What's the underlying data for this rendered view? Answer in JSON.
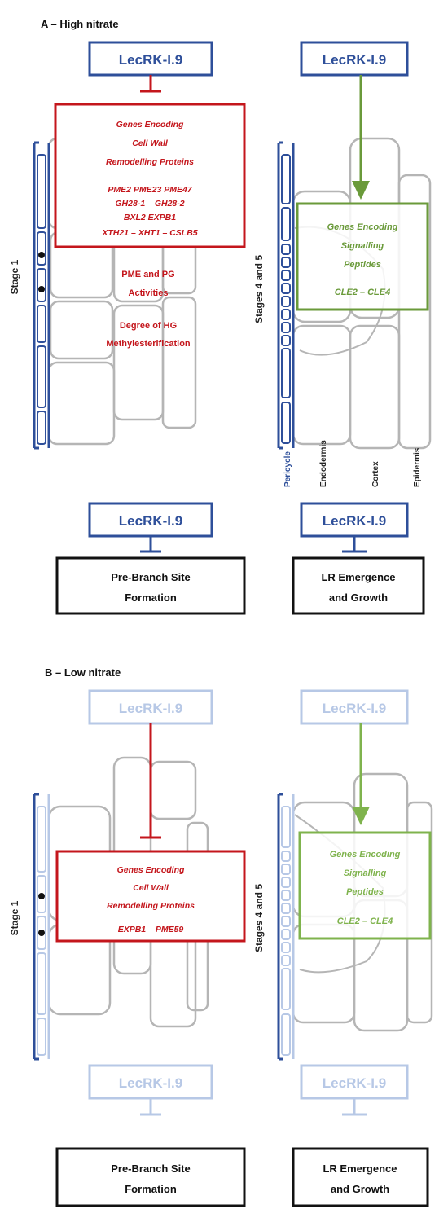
{
  "panel_a": {
    "title": "A – High nitrate",
    "stage_label": "Stage 1",
    "stage_label_right": "Stages 4 and 5",
    "receptor_tl": "LecRK-I.9",
    "receptor_tr": "LecRK-I.9",
    "receptor_bl": "LecRK-I.9",
    "receptor_br": "LecRK-I.9",
    "cwr_box": {
      "line1": "Genes Encoding",
      "line2": "Cell Wall",
      "line3": "Remodelling Proteins",
      "genes1": "PME2   PME23   PME47",
      "genes2": "GH28-1 – GH28-2",
      "genes3": "BXL2   EXPB1",
      "genes4": "XTH21 – XHT1 – CSLB5"
    },
    "activities": {
      "line1": "PME and PG",
      "line2": "Activities"
    },
    "degree": {
      "line1": "Degree of HG",
      "line2": "Methylesterification"
    },
    "sp_box": {
      "line1": "Genes Encoding",
      "line2": "Signalling",
      "line3": "Peptides",
      "genes": "CLE2 – CLE4"
    },
    "tissues": [
      "Pericycle",
      "Endodermis",
      "Cortex",
      "Epidermis"
    ],
    "outcome_left": {
      "line1": "Pre-Branch Site",
      "line2": "Formation"
    },
    "outcome_right": {
      "line1": "LR Emergence",
      "line2": "and Growth"
    }
  },
  "panel_b": {
    "title": "B – Low nitrate",
    "stage_label": "Stage 1",
    "stage_label_right": "Stages 4 and 5",
    "receptor_tl": "LecRK-I.9",
    "receptor_tr": "LecRK-I.9",
    "receptor_bl": "LecRK-I.9",
    "receptor_br": "LecRK-I.9",
    "cwr_box": {
      "line1": "Genes Encoding",
      "line2": "Cell Wall",
      "line3": "Remodelling Proteins",
      "genes1": "EXPB1 – PME59"
    },
    "sp_box": {
      "line1": "Genes Encoding",
      "line2": "Signalling",
      "line3": "Peptides",
      "genes": "CLE2 – CLE4"
    },
    "outcome_left": {
      "line1": "Pre-Branch Site",
      "line2": "Formation"
    },
    "outcome_right": {
      "line1": "LR Emergence",
      "line2": "and Growth"
    }
  },
  "colors": {
    "blue": "#2e4f9a",
    "light_blue": "#b7c8e6",
    "red": "#c4161c",
    "green": "#6a9a3a",
    "light_green": "#7fb34d",
    "cell_gray": "#b5b5b5"
  }
}
